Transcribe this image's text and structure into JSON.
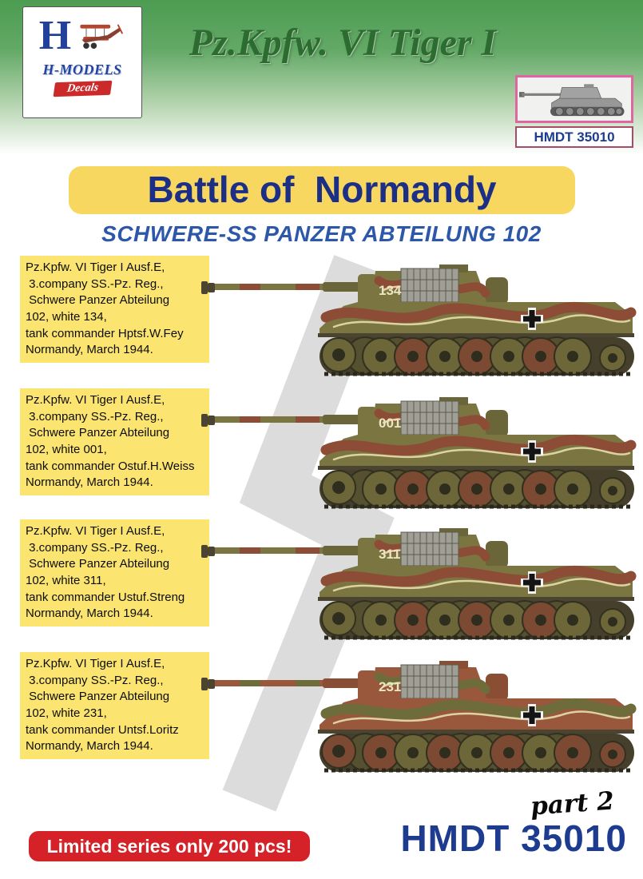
{
  "header": {
    "title": "Pz.Kpfw. VI Tiger I",
    "logo_letter": "H",
    "logo_brand": "H-MODELS",
    "logo_sub": "Decals",
    "product_code": "HMDT 35010"
  },
  "banner": {
    "title": "Battle of  Normandy",
    "subtitle": "SCHWERE-SS PANZER ABTEILUNG 102"
  },
  "variants": [
    {
      "description": "Pz.Kpfw. VI Tiger I Ausf.E,\n 3.company SS.-Pz. Reg.,\n Schwere Panzer Abteilung\n102, white 134,\ntank commander Hptsf.W.Fey\nNormandy, March 1944.",
      "turret_number": "134",
      "camo_scheme": "olive with red-brown stripes"
    },
    {
      "description": "Pz.Kpfw. VI Tiger I Ausf.E,\n 3.company SS.-Pz. Reg.,\n Schwere Panzer Abteilung\n102, white 001,\ntank commander Ostuf.H.Weiss\nNormandy, March 1944.",
      "turret_number": "001",
      "camo_scheme": "olive with red-brown stripes"
    },
    {
      "description": "Pz.Kpfw. VI Tiger I Ausf.E,\n 3.company SS.-Pz. Reg.,\n Schwere Panzer Abteilung\n102, white 311,\ntank commander Ustuf.Streng\nNormandy, March 1944.",
      "turret_number": "311",
      "camo_scheme": "olive with red-brown stripes"
    },
    {
      "description": "Pz.Kpfw. VI Tiger I Ausf.E,\n 3.company SS.-Pz. Reg.,\n Schwere Panzer Abteilung\n102, white 231,\ntank commander Untsf.Loritz\nNormandy, March 1944.",
      "turret_number": "231",
      "camo_scheme": "red-brown with olive stripes"
    }
  ],
  "footer": {
    "limited_note": "Limited series only 200 pcs!",
    "part_label": "part 2",
    "product_code": "HMDT 35010"
  },
  "colors": {
    "header_green": "#4c9c52",
    "banner_yellow": "#f7d75f",
    "note_yellow": "#fbe570",
    "title_green": "#2c6c31",
    "navy": "#1c2f86",
    "subtitle_blue": "#2d58a9",
    "red": "#d52128",
    "rune_grey": "#dcdcdc"
  }
}
